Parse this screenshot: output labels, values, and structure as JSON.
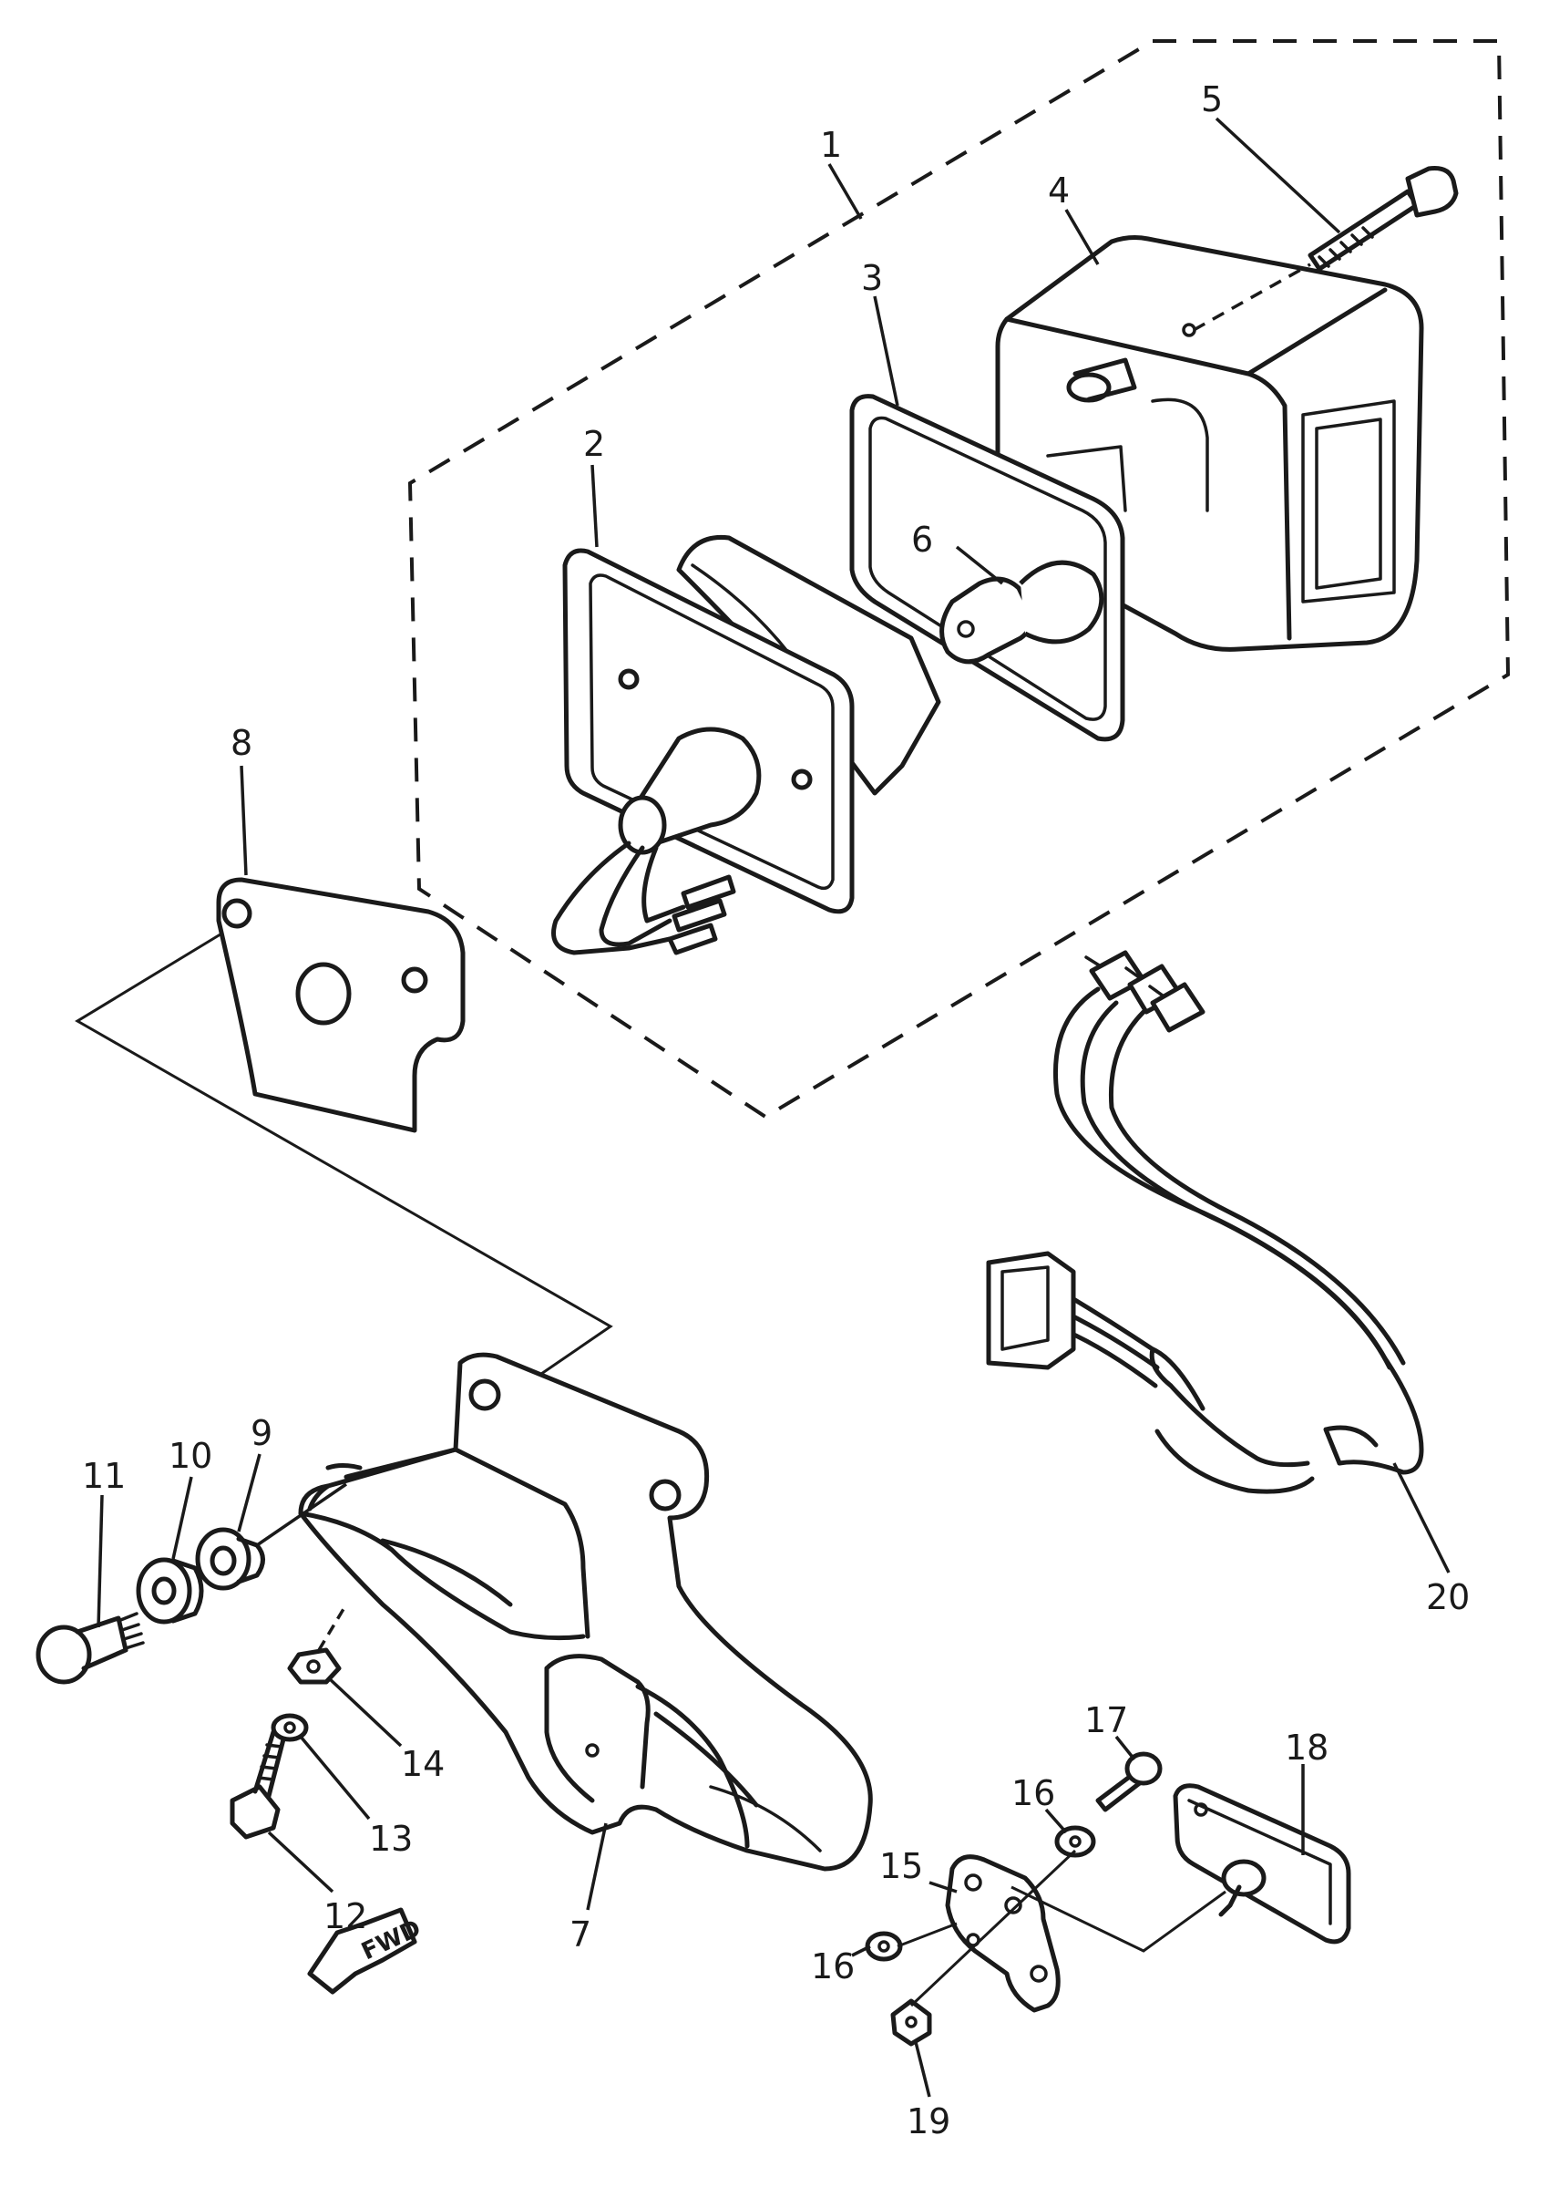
{
  "diagram": {
    "callouts": {
      "p1": "1",
      "p2": "2",
      "p3": "3",
      "p4": "4",
      "p5": "5",
      "p6": "6",
      "p7": "7",
      "p8": "8",
      "p9": "9",
      "p10": "10",
      "p11": "11",
      "p12": "12",
      "p13": "13",
      "p14": "14",
      "p15": "15",
      "p16a": "16",
      "p16b": "16",
      "p17": "17",
      "p18": "18",
      "p19": "19",
      "p20": "20"
    },
    "direction_label": "FWD"
  },
  "colors": {
    "ink": "#1a1a1a",
    "paper": "#ffffff"
  }
}
